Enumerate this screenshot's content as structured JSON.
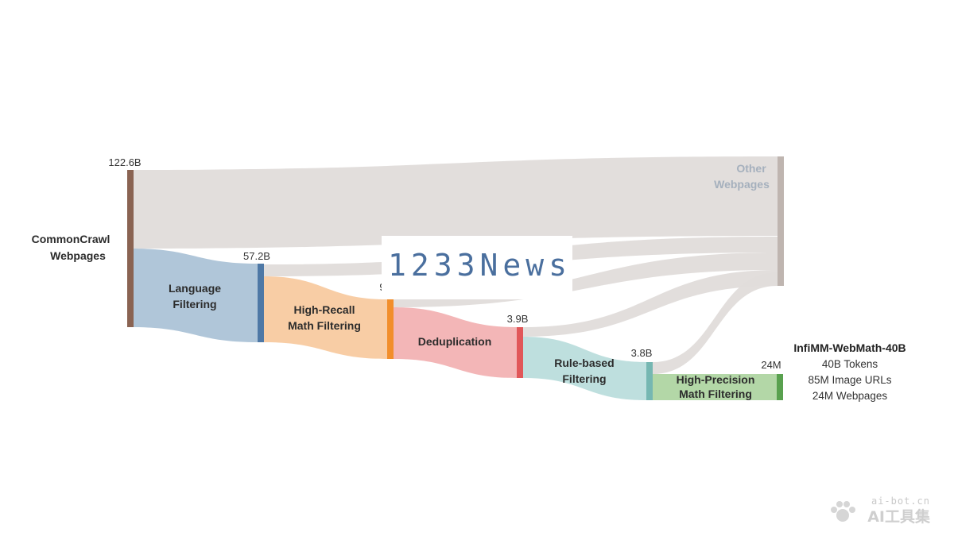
{
  "diagram": {
    "source": {
      "label_line1": "CommonCrawl",
      "label_line2": "Webpages",
      "value": "122.6B",
      "color": "#8a6352"
    },
    "stages": [
      {
        "id": "language",
        "label_line1": "Language",
        "label_line2": "Filtering",
        "flow_color": "#a9c1d6",
        "node_color": "#4e78a6",
        "output_value": "57.2B"
      },
      {
        "id": "high_recall",
        "label_line1": "High-Recall",
        "label_line2": "Math Filtering",
        "flow_color": "#f7c99d",
        "node_color": "#f28e2b",
        "output_value": "9"
      },
      {
        "id": "dedup",
        "label_line1": "Deduplication",
        "label_line2": "",
        "flow_color": "#f2b0b1",
        "node_color": "#e15759",
        "output_value": "3.9B"
      },
      {
        "id": "rule_based",
        "label_line1": "Rule-based",
        "label_line2": "Filtering",
        "flow_color": "#b9dcdb",
        "node_color": "#76b7b2",
        "output_value": "3.8B"
      },
      {
        "id": "high_precision",
        "label_line1": "High-Precision",
        "label_line2": "Math Filtering",
        "flow_color": "#acd4a0",
        "node_color": "#59a14f",
        "output_value": "24M"
      }
    ],
    "other": {
      "label_line1": "Other",
      "label_line2": "Webpages",
      "color": "#bfb5b0",
      "flow_color": "#e0dcda",
      "text_color": "#a5b0bd"
    },
    "result": {
      "title": "InfiMM-WebMath-40B",
      "lines": [
        "40B Tokens",
        "85M Image URLs",
        "24M Webpages"
      ]
    }
  },
  "watermark": {
    "text": "1233News"
  },
  "corner_logo": {
    "url": "ai-bot.cn",
    "name": "AI工具集"
  }
}
